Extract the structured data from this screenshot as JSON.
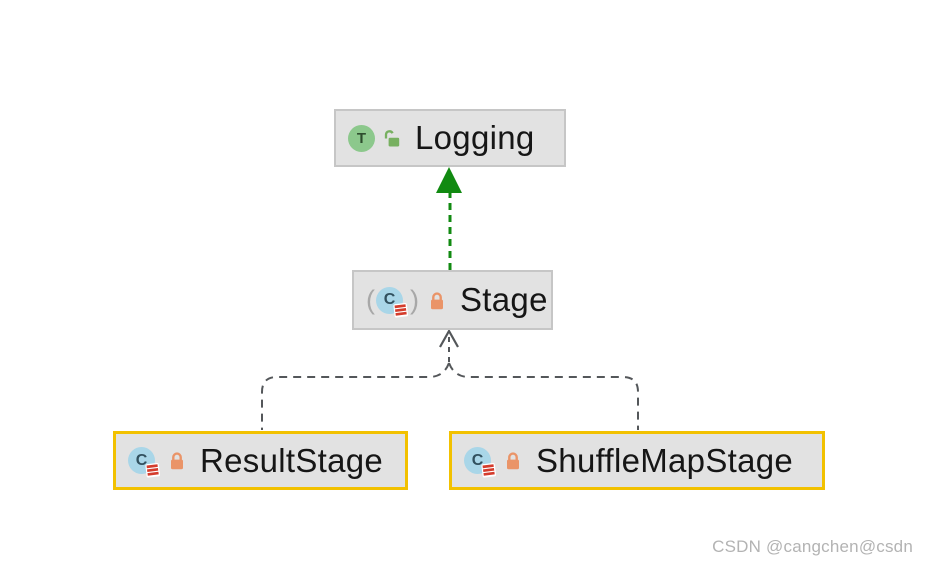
{
  "diagram": {
    "nodes": [
      {
        "id": "logging",
        "label": "Logging",
        "kind": "trait",
        "lock": "unlocked",
        "selected": false
      },
      {
        "id": "stage",
        "label": "Stage",
        "kind": "abstract-class",
        "lock": "locked",
        "selected": false
      },
      {
        "id": "result-stage",
        "label": "ResultStage",
        "kind": "class",
        "lock": "locked",
        "selected": true
      },
      {
        "id": "shuffle-map-stage",
        "label": "ShuffleMapStage",
        "kind": "class",
        "lock": "locked",
        "selected": true
      }
    ],
    "edges": [
      {
        "from": "Stage",
        "to": "Logging",
        "type": "extends-trait",
        "style": "dashed",
        "arrowhead": "filled-triangle",
        "color": "#118a11"
      },
      {
        "from": "ResultStage",
        "to": "Stage",
        "type": "extends",
        "style": "dashed",
        "arrowhead": "open-chevron",
        "color": "#54575a"
      },
      {
        "from": "ShuffleMapStage",
        "to": "Stage",
        "type": "extends",
        "style": "dashed",
        "arrowhead": "open-chevron",
        "color": "#54575a"
      }
    ],
    "icons": {
      "trait_letter": "T",
      "class_letter": "C",
      "abstract_open_paren": "(",
      "abstract_close_paren": ")"
    },
    "colors": {
      "node_fill": "#e2e2e2",
      "node_border": "#c6c6c6",
      "selected_border": "#f2c100",
      "extends_trait_arrow": "#118a11",
      "inherit_arrow": "#54575a",
      "trait_icon_bg": "#8cc88c",
      "class_icon_bg": "#a9d6e8",
      "lock_locked": "#ea9468",
      "lock_unlocked": "#77b060",
      "stack_red": "#d43c2c"
    }
  },
  "watermark": {
    "text": "CSDN @cangchen@csdn"
  }
}
